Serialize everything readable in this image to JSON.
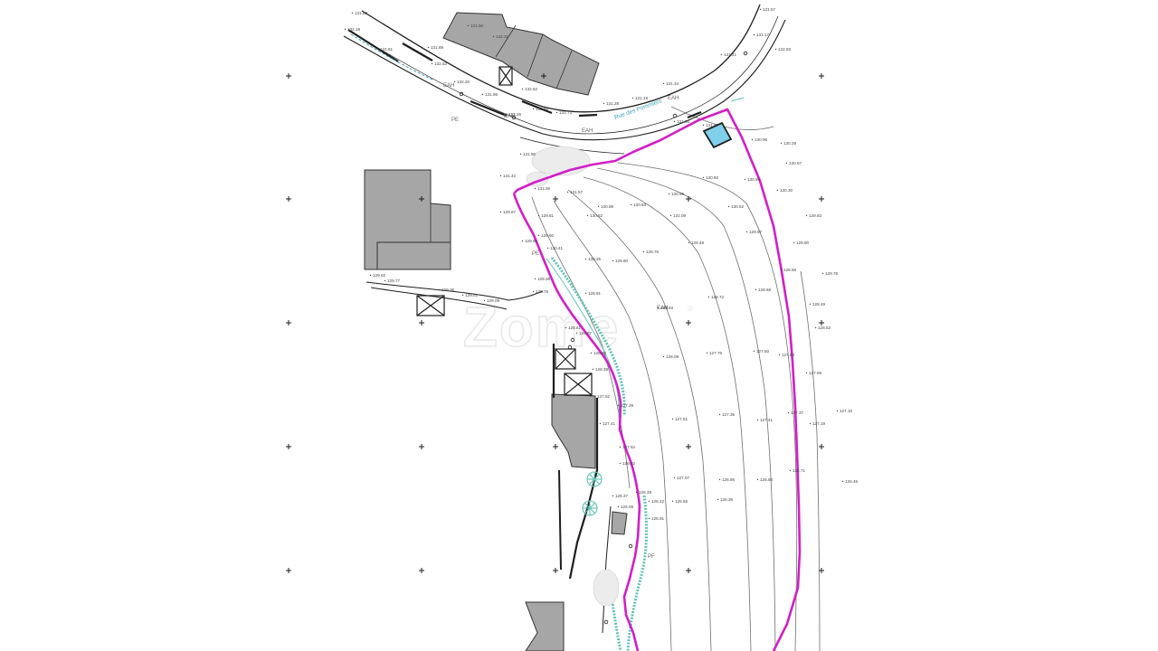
{
  "map": {
    "street_name": "Rue des Pommiers",
    "watermark": "Zome",
    "watermark_mark": "®",
    "colors": {
      "boundary": "#d21fc8",
      "building": "#a6a6a6",
      "vegetation": "#5fc3b4",
      "highlight": "#7fd0ea",
      "contour": "#6f6f6f",
      "background": "#ffffff"
    },
    "icons": [
      "grid-cross-icon",
      "tree-icon",
      "x-box-icon"
    ],
    "labels": [
      "EAH",
      "EAH",
      "EAH",
      "EAH",
      "PE",
      "PE",
      "EAH",
      "PF"
    ],
    "spot_heights": [
      "131.80",
      "132.19",
      "131.89",
      "131.50",
      "131.61",
      "132.21",
      "132.52",
      "132.20",
      "131.96",
      "132.52",
      "132.26",
      "131.59",
      "131.73",
      "131.28",
      "131.18",
      "131.34",
      "131.16",
      "131.57",
      "131.41",
      "131.17",
      "131.57",
      "132.83",
      "131.90",
      "131.42",
      "131.36",
      "131.57",
      "130.89",
      "130.83",
      "130.96",
      "130.92",
      "130.96",
      "130.28",
      "130.67",
      "130.94",
      "131.09",
      "130.52",
      "130.30",
      "129.83",
      "129.87",
      "129.81",
      "130.62",
      "129.60",
      "129.96",
      "130.41",
      "130.25",
      "129.60",
      "129.76",
      "129.48",
      "129.57",
      "129.80",
      "129.78",
      "129.62",
      "129.77",
      "129.36",
      "129.51",
      "129.09",
      "129.38",
      "128.76",
      "128.91",
      "128.93",
      "128.72",
      "128.68",
      "128.58",
      "128.49",
      "128.52",
      "128.61",
      "128.57",
      "128.92",
      "128.38",
      "128.09",
      "127.76",
      "127.50",
      "127.90",
      "127.69",
      "127.52",
      "127.41",
      "127.29",
      "127.51",
      "127.36",
      "127.41",
      "127.37",
      "127.19",
      "127.10",
      "127.52",
      "126.92",
      "127.07",
      "126.86",
      "126.84",
      "126.71",
      "126.45",
      "126.37",
      "126.28",
      "126.22",
      "126.09",
      "125.91",
      "125.66",
      "125.35"
    ]
  }
}
